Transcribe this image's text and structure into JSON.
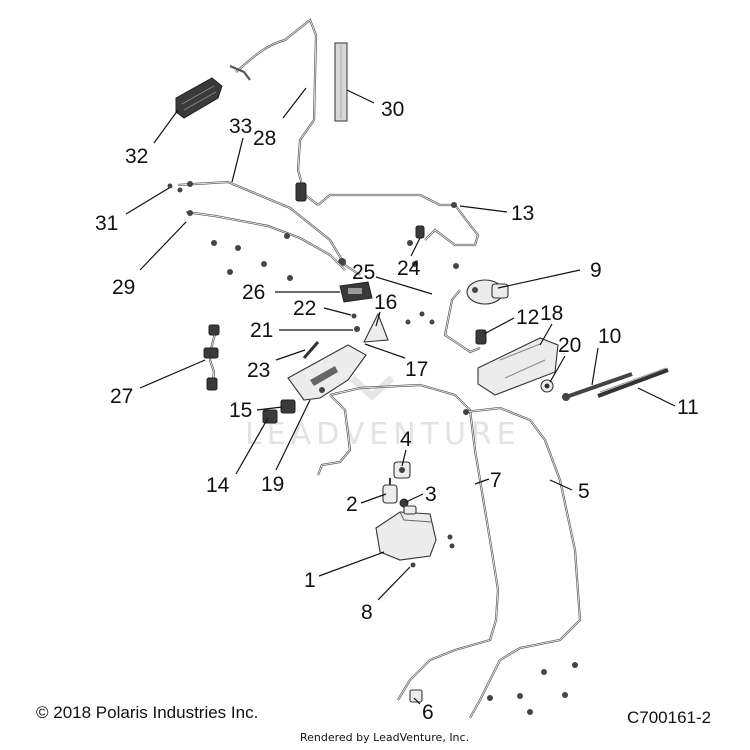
{
  "diagram": {
    "callouts": [
      "1",
      "2",
      "3",
      "4",
      "5",
      "6",
      "7",
      "8",
      "9",
      "10",
      "11",
      "12",
      "13",
      "14",
      "15",
      "16",
      "17",
      "18",
      "19",
      "20",
      "21",
      "22",
      "23",
      "24",
      "25",
      "26",
      "27",
      "28",
      "29",
      "30",
      "31",
      "32",
      "33"
    ],
    "watermark": "LEADVENTURE"
  },
  "footer": {
    "copyright": "© 2018 Polaris Industries Inc.",
    "figure_id": "C700161-2",
    "rendered_by": "Rendered by LeadVenture, Inc."
  }
}
